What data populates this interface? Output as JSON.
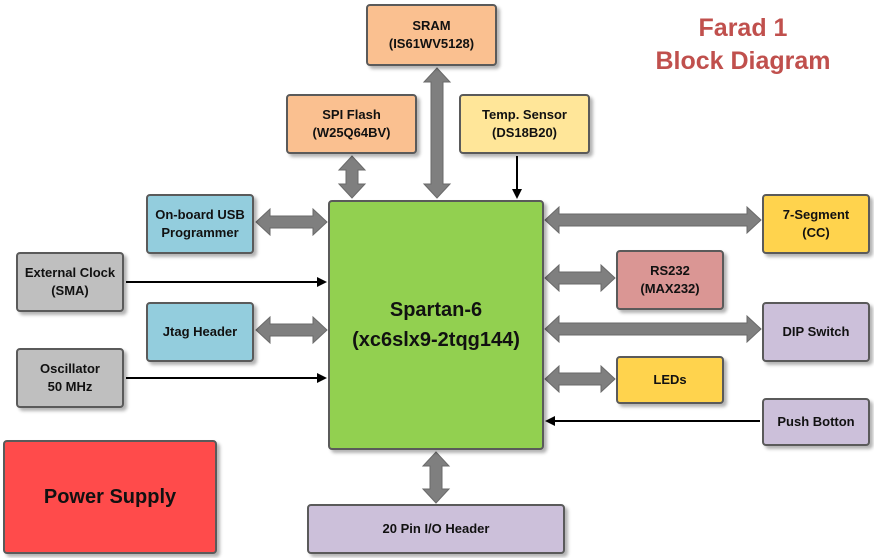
{
  "title": {
    "line1": "Farad 1",
    "line2": "Block Diagram"
  },
  "colors": {
    "fpga": "#92d050",
    "memory": "#fac090",
    "sensor": "#ffe699",
    "usb_jtag": "#93cddd",
    "clock": "#bfbfbf",
    "yellow": "#ffd34d",
    "rs232": "#da9694",
    "purple": "#ccc0da",
    "power": "#ff4b4b",
    "title": "#c0504d",
    "double_arrow": "#7f7f7f",
    "single_arrow": "#000000"
  },
  "blocks": {
    "fpga": {
      "line1": "Spartan-6",
      "line2": "(xc6slx9-2tqg144)"
    },
    "sram": {
      "line1": "SRAM",
      "line2": "(IS61WV5128)"
    },
    "spi_flash": {
      "line1": "SPI Flash",
      "line2": "(W25Q64BV)"
    },
    "temp_sensor": {
      "line1": "Temp. Sensor",
      "line2": "(DS18B20)"
    },
    "usb_programmer": {
      "line1": "On-board USB",
      "line2": "Programmer"
    },
    "external_clock": {
      "line1": "External Clock",
      "line2": "(SMA)"
    },
    "jtag": {
      "line1": "Jtag Header"
    },
    "oscillator": {
      "line1": "Oscillator",
      "line2": "50 MHz"
    },
    "seven_segment": {
      "line1": "7-Segment",
      "line2": "(CC)"
    },
    "rs232": {
      "line1": "RS232",
      "line2": "(MAX232)"
    },
    "dip_switch": {
      "line1": "DIP Switch"
    },
    "leds": {
      "line1": "LEDs"
    },
    "push_button": {
      "line1": "Push Botton"
    },
    "io_header": {
      "line1": "20 Pin I/O Header"
    },
    "power_supply": {
      "line1": "Power Supply"
    }
  }
}
